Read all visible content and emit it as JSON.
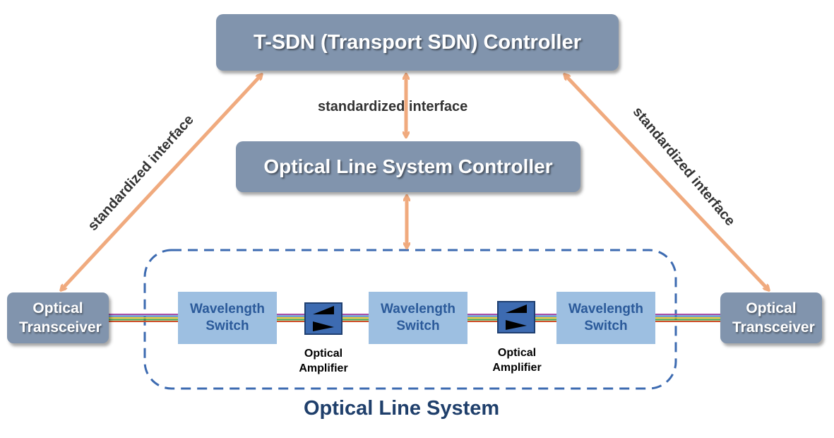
{
  "controllers": {
    "tsdn": "T-SDN (Transport SDN) Controller",
    "ols": "Optical Line System Controller"
  },
  "interfaces": {
    "left": "standardized interface",
    "center": "standardized interface",
    "right": "standardized interface"
  },
  "transceivers": {
    "left": "Optical Transceiver",
    "right": "Optical Transceiver"
  },
  "switches": [
    "Wavelength Switch",
    "Wavelength Switch",
    "Wavelength Switch"
  ],
  "amplifiers": [
    "Optical Amplifier",
    "Optical Amplifier"
  ],
  "ols_label": "Optical Line System",
  "colors": {
    "controller_fill": "#8194ad",
    "switch_fill": "#9dbfe1",
    "switch_text": "#2b5a9a",
    "amplifier_fill": "#3d6bb1",
    "arrow": "#f0aa7e",
    "dashed_border": "#3d6bb1",
    "fiber_lines": [
      "#a64ca6",
      "#3f7fbf",
      "#e0c030",
      "#3aa040",
      "#d0502a"
    ]
  }
}
